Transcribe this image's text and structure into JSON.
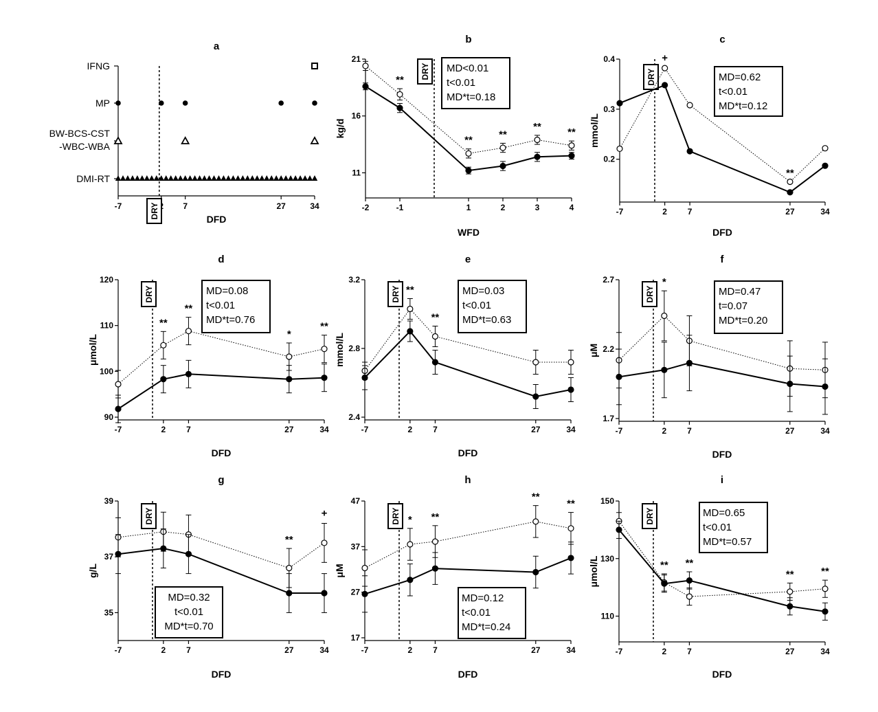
{
  "colors": {
    "line": "#000000",
    "background": "#ffffff"
  },
  "chart_data": [
    {
      "id": "a",
      "letter": "a",
      "type": "scatter",
      "xlabel": "DFD",
      "dry_label": "DRY",
      "x_ticks": [
        -7,
        2,
        7,
        27,
        34
      ],
      "xlim": [
        -7,
        34
      ],
      "dry_x": 1,
      "rows": [
        {
          "label": "IFNG",
          "marker": "open-square",
          "days": [
            34
          ]
        },
        {
          "label": "MP",
          "marker": "filled-circle",
          "days": [
            -7,
            2,
            7,
            27,
            34
          ]
        },
        {
          "label": "BW-BCS-CST",
          "label2": "-WBC-WBA",
          "marker": "open-triangle",
          "days": [
            -7,
            7,
            34
          ]
        },
        {
          "label": "DMI-RT",
          "marker": "filled-triangle",
          "days": "daily"
        }
      ]
    },
    {
      "id": "b",
      "letter": "b",
      "type": "line",
      "xlabel": "WFD",
      "ylabel": "kg/d",
      "dry_label": "DRY",
      "ylim": [
        10,
        21
      ],
      "y_ticks": [
        11,
        16,
        21
      ],
      "xlim": [
        -2,
        4
      ],
      "x": [
        -2,
        -1,
        1,
        2,
        3,
        4
      ],
      "x_ticks": [
        -2,
        -1,
        1,
        2,
        3,
        4
      ],
      "dry_x": 0,
      "stats": [
        "MD<0.01",
        "t<0.01",
        "MD*t=0.18"
      ],
      "series": [
        {
          "marker": "filled",
          "values": [
            18.6,
            16.7,
            11.2,
            11.6,
            12.4,
            12.5
          ],
          "err": [
            0.3,
            0.4,
            0.3,
            0.4,
            0.4,
            0.3
          ]
        },
        {
          "marker": "open",
          "values": [
            20.4,
            17.9,
            12.7,
            13.2,
            13.9,
            13.4
          ],
          "err": [
            0.4,
            0.5,
            0.4,
            0.4,
            0.4,
            0.4
          ]
        }
      ],
      "annotations": [
        {
          "x": -1,
          "text": "**"
        },
        {
          "x": 1,
          "text": "**"
        },
        {
          "x": 2,
          "text": "**"
        },
        {
          "x": 3,
          "text": "**"
        },
        {
          "x": 4,
          "text": "**"
        }
      ]
    },
    {
      "id": "c",
      "letter": "c",
      "type": "line",
      "xlabel": "DFD",
      "ylabel": "mmol/L",
      "dry_label": "DRY",
      "ylim": [
        0.12,
        0.4
      ],
      "y_ticks": [
        0.2,
        0.3,
        0.4
      ],
      "xlim": [
        -7,
        34
      ],
      "x": [
        -7,
        2,
        7,
        27,
        34
      ],
      "x_ticks": [
        -7,
        2,
        7,
        27,
        34
      ],
      "dry_x": 0,
      "stats": [
        "MD=0.62",
        "t<0.01",
        "MD*t=0.12"
      ],
      "series": [
        {
          "marker": "filled",
          "values": [
            0.312,
            0.348,
            0.216,
            0.134,
            0.187
          ],
          "err": [
            0,
            0,
            0,
            0,
            0
          ]
        },
        {
          "marker": "open",
          "values": [
            0.221,
            0.382,
            0.308,
            0.155,
            0.222
          ],
          "err": [
            0,
            0,
            0,
            0,
            0
          ]
        }
      ],
      "annotations": [
        {
          "x": 2,
          "text": "+"
        },
        {
          "x": 27,
          "text": "**"
        }
      ]
    },
    {
      "id": "d",
      "letter": "d",
      "type": "line",
      "xlabel": "DFD",
      "ylabel": "μmol/L",
      "dry_label": "DRY",
      "ylim": [
        90,
        120
      ],
      "y_ticks": [
        90,
        100,
        110,
        120
      ],
      "xlim": [
        -7,
        34
      ],
      "x": [
        -7,
        2,
        7,
        27,
        34
      ],
      "x_ticks": [
        -7,
        2,
        7,
        27,
        34
      ],
      "dry_x": 0,
      "stats": [
        "MD=0.08",
        "t<0.01",
        "MD*t=0.76"
      ],
      "series": [
        {
          "marker": "filled",
          "values": [
            91.8,
            98.3,
            99.4,
            98.3,
            98.6
          ],
          "err": [
            3.0,
            3.0,
            3.0,
            3.0,
            3.0
          ]
        },
        {
          "marker": "open",
          "values": [
            97.2,
            105.7,
            108.8,
            103.2,
            104.9
          ],
          "err": [
            3.0,
            3.0,
            3.0,
            3.0,
            3.0
          ]
        }
      ],
      "annotations": [
        {
          "x": 2,
          "text": "**"
        },
        {
          "x": 7,
          "text": "**"
        },
        {
          "x": 27,
          "text": "*"
        },
        {
          "x": 34,
          "text": "**"
        }
      ]
    },
    {
      "id": "e",
      "letter": "e",
      "type": "line",
      "xlabel": "DFD",
      "ylabel": "mmol/L",
      "dry_label": "DRY",
      "ylim": [
        2.4,
        3.2
      ],
      "y_ticks": [
        2.4,
        2.8,
        3.2
      ],
      "xlim": [
        -7,
        34
      ],
      "x": [
        -7,
        2,
        7,
        27,
        34
      ],
      "x_ticks": [
        -7,
        2,
        7,
        27,
        34
      ],
      "dry_x": 0,
      "stats": [
        "MD=0.03",
        "t<0.01",
        "MD*t=0.63"
      ],
      "series": [
        {
          "marker": "filled",
          "values": [
            2.63,
            2.9,
            2.72,
            2.52,
            2.56
          ],
          "err": [
            0.07,
            0.06,
            0.07,
            0.07,
            0.07
          ]
        },
        {
          "marker": "open",
          "values": [
            2.67,
            3.03,
            2.87,
            2.72,
            2.72
          ],
          "err": [
            0.05,
            0.06,
            0.06,
            0.07,
            0.07
          ]
        }
      ],
      "annotations": [
        {
          "x": 2,
          "text": "**"
        },
        {
          "x": 7,
          "text": "**"
        }
      ]
    },
    {
      "id": "f",
      "letter": "f",
      "type": "line",
      "xlabel": "DFD",
      "ylabel": "μM",
      "dry_label": "DRY",
      "ylim": [
        1.7,
        2.7
      ],
      "y_ticks": [
        1.7,
        2.2,
        2.7
      ],
      "xlim": [
        -7,
        34
      ],
      "x": [
        -7,
        2,
        7,
        27,
        34
      ],
      "x_ticks": [
        -7,
        2,
        7,
        27,
        34
      ],
      "dry_x": 0,
      "stats": [
        "MD=0.47",
        "t=0.07",
        "MD*t=0.20"
      ],
      "series": [
        {
          "marker": "filled",
          "values": [
            2.0,
            2.05,
            2.1,
            1.95,
            1.93
          ],
          "err": [
            0.2,
            0.2,
            0.2,
            0.2,
            0.2
          ]
        },
        {
          "marker": "open",
          "values": [
            2.12,
            2.44,
            2.26,
            2.06,
            2.05
          ],
          "err": [
            0.2,
            0.18,
            0.18,
            0.2,
            0.2
          ]
        }
      ],
      "annotations": [
        {
          "x": 2,
          "text": "*"
        }
      ]
    },
    {
      "id": "g",
      "letter": "g",
      "type": "line",
      "xlabel": "DFD",
      "ylabel": "g/L",
      "dry_label": "DRY",
      "ylim": [
        34.1,
        39
      ],
      "y_ticks": [
        35,
        37,
        39
      ],
      "xlim": [
        -7,
        34
      ],
      "x": [
        -7,
        2,
        7,
        27,
        34
      ],
      "x_ticks": [
        -7,
        2,
        7,
        27,
        34
      ],
      "dry_x": 0,
      "stats": [
        "MD=0.32",
        "t<0.01",
        "MD*t=0.70"
      ],
      "series": [
        {
          "marker": "filled",
          "values": [
            37.1,
            37.3,
            37.1,
            35.7,
            35.7
          ],
          "err": [
            0.7,
            0.7,
            0.7,
            0.7,
            0.7
          ]
        },
        {
          "marker": "open",
          "values": [
            37.7,
            37.9,
            37.8,
            36.6,
            37.5
          ],
          "err": [
            0.7,
            0.7,
            0.7,
            0.7,
            0.7
          ]
        }
      ],
      "annotations": [
        {
          "x": 27,
          "text": "**"
        },
        {
          "x": 34,
          "text": "+"
        }
      ]
    },
    {
      "id": "h",
      "letter": "h",
      "type": "line",
      "xlabel": "DFD",
      "ylabel": "μM",
      "dry_label": "DRY",
      "ylim": [
        17,
        47
      ],
      "y_ticks": [
        17,
        27,
        37,
        47
      ],
      "xlim": [
        -7,
        34
      ],
      "x": [
        -7,
        2,
        7,
        27,
        34
      ],
      "x_ticks": [
        -7,
        2,
        7,
        27,
        34
      ],
      "dry_x": 0,
      "stats": [
        "MD=0.12",
        "t<0.01",
        "MD*t=0.24"
      ],
      "series": [
        {
          "marker": "filled",
          "values": [
            26.6,
            29.7,
            32.2,
            31.4,
            34.5
          ],
          "err": [
            4.0,
            3.5,
            3.5,
            3.5,
            3.5
          ]
        },
        {
          "marker": "open",
          "values": [
            32.3,
            37.5,
            38.1,
            42.5,
            41.0
          ],
          "err": [
            4.0,
            3.5,
            3.5,
            3.5,
            3.5
          ]
        }
      ],
      "annotations": [
        {
          "x": 2,
          "text": "*"
        },
        {
          "x": 7,
          "text": "**"
        },
        {
          "x": 27,
          "text": "**"
        },
        {
          "x": 34,
          "text": "**"
        }
      ]
    },
    {
      "id": "i",
      "letter": "i",
      "type": "line",
      "xlabel": "DFD",
      "ylabel": "μmol/L",
      "dry_label": "DRY",
      "ylim": [
        102,
        150
      ],
      "y_ticks": [
        110,
        130,
        150
      ],
      "xlim": [
        -7,
        34
      ],
      "x": [
        -7,
        2,
        7,
        27,
        34
      ],
      "x_ticks": [
        -7,
        2,
        7,
        27,
        34
      ],
      "dry_x": 0,
      "stats": [
        "MD=0.65",
        "t<0.01",
        "MD*t=0.57"
      ],
      "series": [
        {
          "marker": "filled",
          "values": [
            140.0,
            121.3,
            122.4,
            113.4,
            111.6
          ],
          "err": [
            3.0,
            3.0,
            3.0,
            3.0,
            3.0
          ]
        },
        {
          "marker": "open",
          "values": [
            143.0,
            121.7,
            116.8,
            118.5,
            119.5
          ],
          "err": [
            3.0,
            3.0,
            3.0,
            3.0,
            3.0
          ]
        }
      ],
      "annotations": [
        {
          "x": 2,
          "text": "**"
        },
        {
          "x": 7,
          "text": "**"
        },
        {
          "x": 27,
          "text": "**"
        },
        {
          "x": 34,
          "text": "**"
        }
      ]
    }
  ]
}
